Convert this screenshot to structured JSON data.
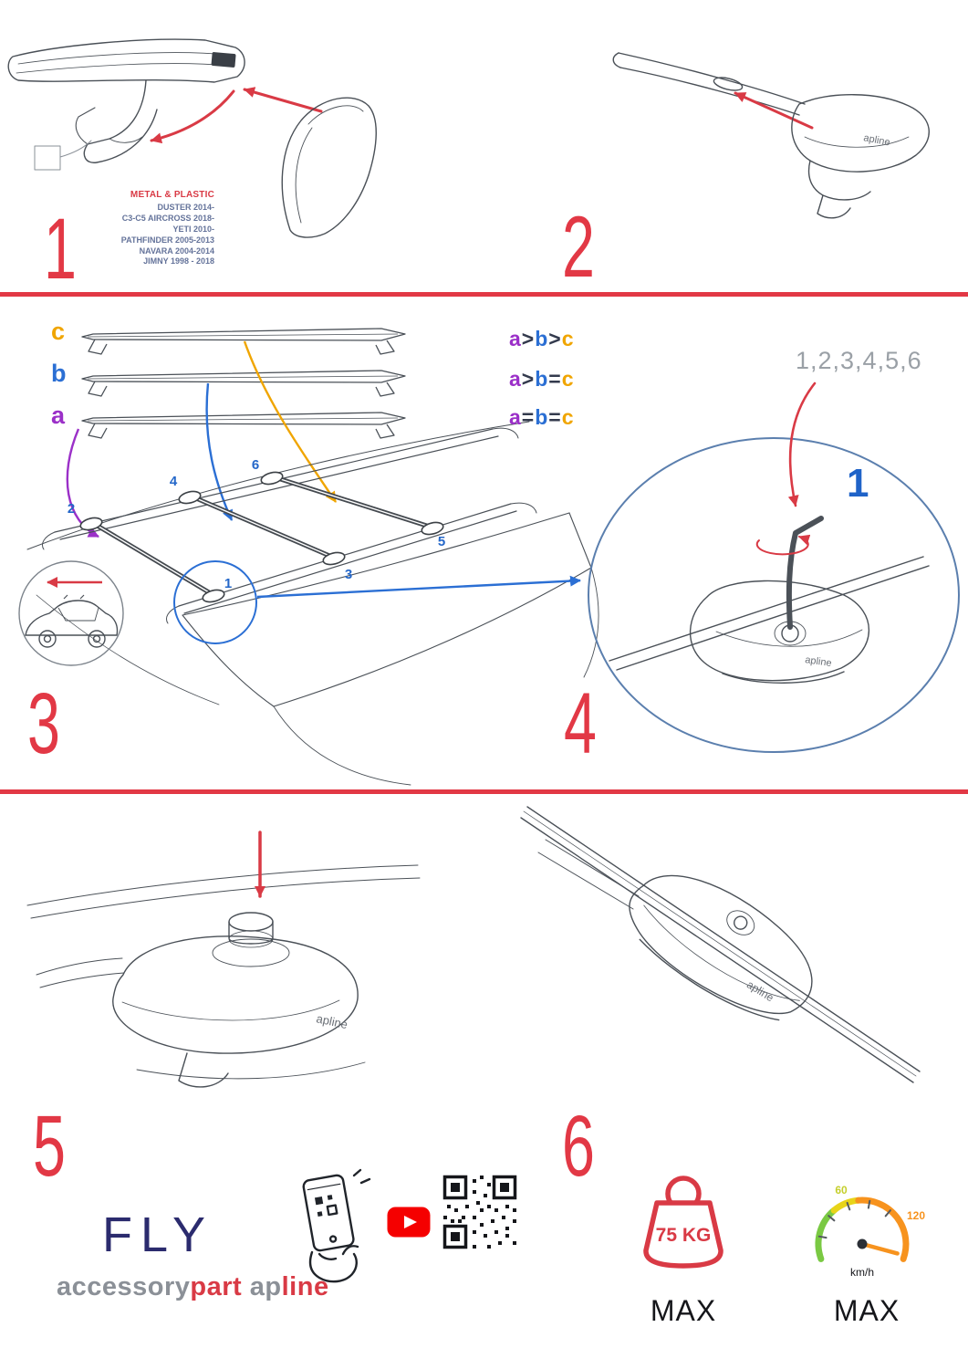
{
  "steps": {
    "s1": {
      "number": "1",
      "material_label": "METAL & PLASTIC",
      "models": [
        "DUSTER 2014-",
        "C3-C5 AIRCROSS 2018-",
        "YETI 2010-",
        "PATHFINDER 2005-2013",
        "NAVARA 2004-2014",
        "JIMNY 1998 - 2018"
      ]
    },
    "s2": {
      "number": "2"
    },
    "s3": {
      "number": "3",
      "bar_a": "a",
      "bar_b": "b",
      "bar_c": "c",
      "comparisons": {
        "row1": {
          "l1": "a",
          "o1": ">",
          "l2": "b",
          "o2": ">",
          "l3": "c"
        },
        "row2": {
          "l1": "a",
          "o1": ">",
          "l2": "b",
          "o2": "=",
          "l3": "c"
        },
        "row3": {
          "l1": "a",
          "o1": "=",
          "l2": "b",
          "o2": "=",
          "l3": "c"
        }
      },
      "positions": {
        "p1": "1",
        "p2": "2",
        "p3": "3",
        "p4": "4",
        "p5": "5",
        "p6": "6"
      }
    },
    "s4": {
      "number": "4",
      "sequence": "1,2,3,4,5,6",
      "highlight": "1"
    },
    "s5": {
      "number": "5"
    },
    "s6": {
      "number": "6"
    }
  },
  "branding": {
    "product_name": "FLY",
    "maker_gray": "accessory",
    "maker_red": "part",
    "logo_gray": "ap",
    "logo_red": "line",
    "part_logo": "apline"
  },
  "limits": {
    "weight_value": "75 KG",
    "weight_max_label": "MAX",
    "speed_tick_low": "60",
    "speed_tick_high": "120",
    "speed_unit": "km/h",
    "speed_max_label": "MAX"
  },
  "colors": {
    "step_red": "#e23845",
    "purple": "#9b30c8",
    "blue": "#2b6fd4",
    "orange": "#f0a500",
    "navy": "#2b2b6e",
    "gray": "#9aa0a6",
    "youtube_red": "#f50000",
    "gauge_green": "#7ac943",
    "gauge_yellow": "#e8d419",
    "gauge_orange": "#f7931e"
  }
}
